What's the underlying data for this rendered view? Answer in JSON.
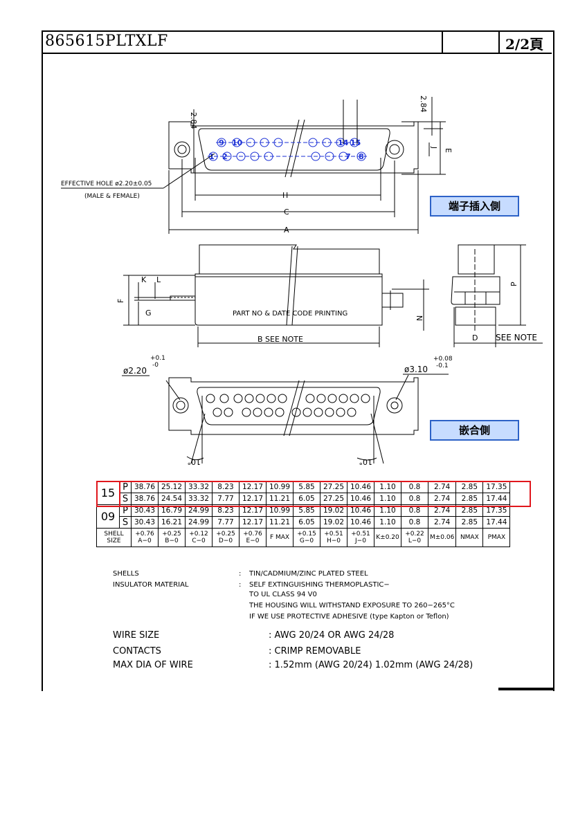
{
  "header": {
    "part_number": "865615PLTXLF",
    "page": "2/2頁"
  },
  "labels": {
    "terminal_side": "端子插入側",
    "mating_side": "嵌合側",
    "effective_hole": "EFFECTIVE HOLE ø2.20±0.05",
    "male_female": "(MALE & FEMALE)",
    "part_no_printing": "PART NO & DATE CODE PRINTING",
    "b_see_note": "B SEE NOTE",
    "d_see_note": "SEE NOTE",
    "dim_284_a": "2.84",
    "dim_284_b": "2.84",
    "dim_a": "A",
    "dim_c": "C",
    "dim_h": "H",
    "dim_e": "E",
    "dim_j": "J",
    "dim_k": "K",
    "dim_l": "L",
    "dim_f": "F",
    "dim_g": "G",
    "dim_n": "N",
    "dim_p": "P",
    "dim_d": "D",
    "hole_left": "ø2.20",
    "hole_left_tol_plus": "+0.1",
    "hole_left_tol_minus": "-0",
    "hole_right": "ø3.10",
    "hole_right_tol_plus": "+0.08",
    "hole_right_tol_minus": "-0.1",
    "angle_left": "10°",
    "angle_right": "10°",
    "pin_1": "1",
    "pin_2": "2",
    "pin_7": "7",
    "pin_8": "8",
    "pin_9": "9",
    "pin_10": "10",
    "pin_14": "14",
    "pin_15": "15"
  },
  "table": {
    "rows": [
      {
        "shell": "15",
        "type": "P",
        "values": [
          "38.76",
          "25.12",
          "33.32",
          "8.23",
          "12.17",
          "10.99",
          "5.85",
          "27.25",
          "10.46",
          "1.10",
          "0.8",
          "2.74",
          "2.85",
          "17.35"
        ]
      },
      {
        "shell": "",
        "type": "S",
        "values": [
          "38.76",
          "24.54",
          "33.32",
          "7.77",
          "12.17",
          "11.21",
          "6.05",
          "27.25",
          "10.46",
          "1.10",
          "0.8",
          "2.74",
          "2.85",
          "17.44"
        ]
      },
      {
        "shell": "09",
        "type": "P",
        "values": [
          "30.43",
          "16.79",
          "24.99",
          "8.23",
          "12.17",
          "10.99",
          "5.85",
          "19.02",
          "10.46",
          "1.10",
          "0.8",
          "2.74",
          "2.85",
          "17.35"
        ]
      },
      {
        "shell": "",
        "type": "S",
        "values": [
          "30.43",
          "16.21",
          "24.99",
          "7.77",
          "12.17",
          "11.21",
          "6.05",
          "19.02",
          "10.46",
          "1.10",
          "0.8",
          "2.74",
          "2.85",
          "17.44"
        ]
      }
    ],
    "footer": {
      "shell_size": "SHELL SIZE",
      "cols": [
        "+0.76 A−0",
        "+0.25 B−0",
        "+0.12 C−0",
        "+0.25 D−0",
        "+0.76 E−0",
        "F MAX",
        "+0.15 G−0",
        "+0.51 H−0",
        "+0.51 J−0",
        "K±0.20",
        "+0.22 L−0",
        "M±0.06",
        "NMAX",
        "PMAX"
      ]
    }
  },
  "notes": {
    "shells_label": "SHELLS",
    "shells_value": "TIN/CADMIUM/ZINC PLATED STEEL",
    "insulator_label": "INSULATOR MATERIAL",
    "insulator_line1": "SELF EXTINGUISHING THERMOPLASTIC−",
    "insulator_line2": "TO UL CLASS 94 V0",
    "insulator_line3": "THE HOUSING WILL WITHSTAND EXPOSURE TO 260−265°C",
    "insulator_line4": "IF WE USE PROTECTIVE ADHESIVE (type Kapton or Teflon)",
    "wire_size_label": "WIRE SIZE",
    "wire_size_value": ": AWG 20/24 OR AWG 24/28",
    "contacts_label": "CONTACTS",
    "contacts_value": ": CRIMP REMOVABLE",
    "max_dia_label": "MAX DIA OF WIRE",
    "max_dia_value": ": 1.52mm (AWG 20/24) 1.02mm (AWG 24/28)"
  },
  "colors": {
    "highlight": "#e0161c",
    "label_box_fill": "#c7dcff",
    "label_box_border": "#2d62c7",
    "pin_blue": "#1a2fd6"
  }
}
